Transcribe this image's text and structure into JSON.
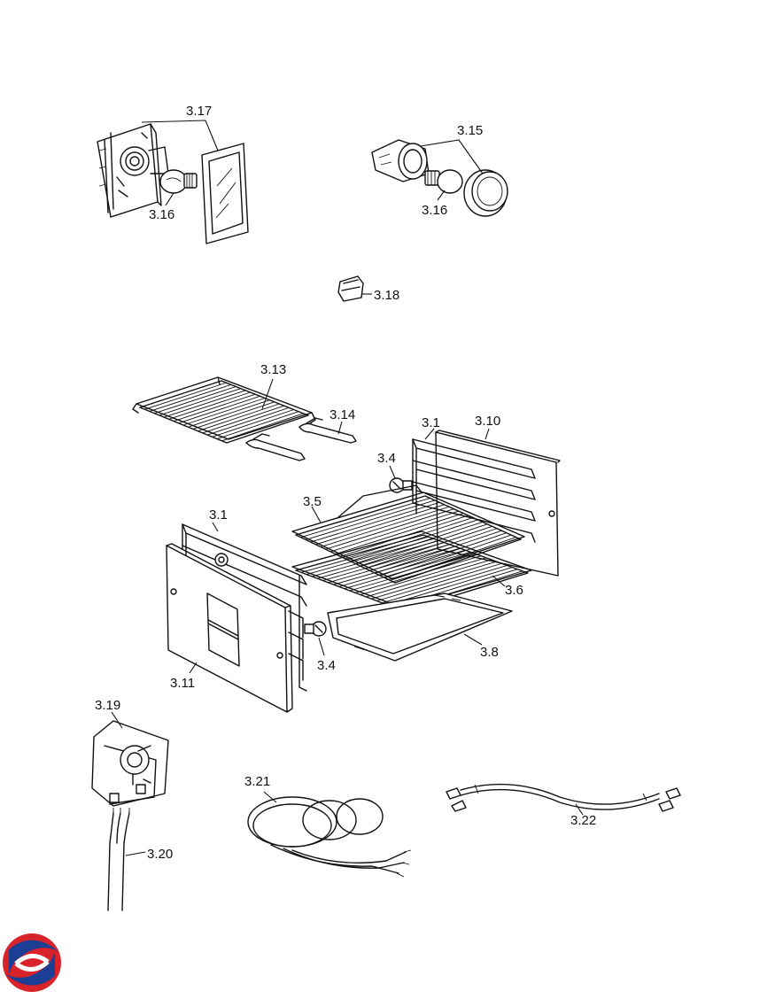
{
  "parts": [
    {
      "id": "p317",
      "label": "3.17",
      "name": "lamp holder with glass cover (rear)"
    },
    {
      "id": "p316a",
      "label": "3.16",
      "name": "oven lamp bulb"
    },
    {
      "id": "p315",
      "label": "3.15",
      "name": "lamp holder with round cover"
    },
    {
      "id": "p316b",
      "label": "3.16",
      "name": "oven lamp bulb"
    },
    {
      "id": "p318",
      "label": "3.18",
      "name": "clip"
    },
    {
      "id": "p313",
      "label": "3.13",
      "name": "wire shelf"
    },
    {
      "id": "p314",
      "label": "3.14",
      "name": "shelf support"
    },
    {
      "id": "p31a",
      "label": "3.1",
      "name": "side runner right"
    },
    {
      "id": "p310",
      "label": "3.10",
      "name": "side panel right"
    },
    {
      "id": "p34a",
      "label": "3.4",
      "name": "fixing screw"
    },
    {
      "id": "p35",
      "label": "3.5",
      "name": "oven shelf"
    },
    {
      "id": "p31b",
      "label": "3.1",
      "name": "side runner left"
    },
    {
      "id": "p36",
      "label": "3.6",
      "name": "grill shelf"
    },
    {
      "id": "p38",
      "label": "3.8",
      "name": "baking tray"
    },
    {
      "id": "p34b",
      "label": "3.4",
      "name": "fixing screw"
    },
    {
      "id": "p311",
      "label": "3.11",
      "name": "side panel left"
    },
    {
      "id": "p319",
      "label": "3.19",
      "name": "terminal block"
    },
    {
      "id": "p320",
      "label": "3.20",
      "name": "mains cable"
    },
    {
      "id": "p321",
      "label": "3.21",
      "name": "wiring harness"
    },
    {
      "id": "p322",
      "label": "3.22",
      "name": "connecting lead"
    }
  ],
  "logo": {
    "name": "brand-logo",
    "colors": {
      "red": "#d8232a",
      "blue": "#1c3f95"
    }
  }
}
